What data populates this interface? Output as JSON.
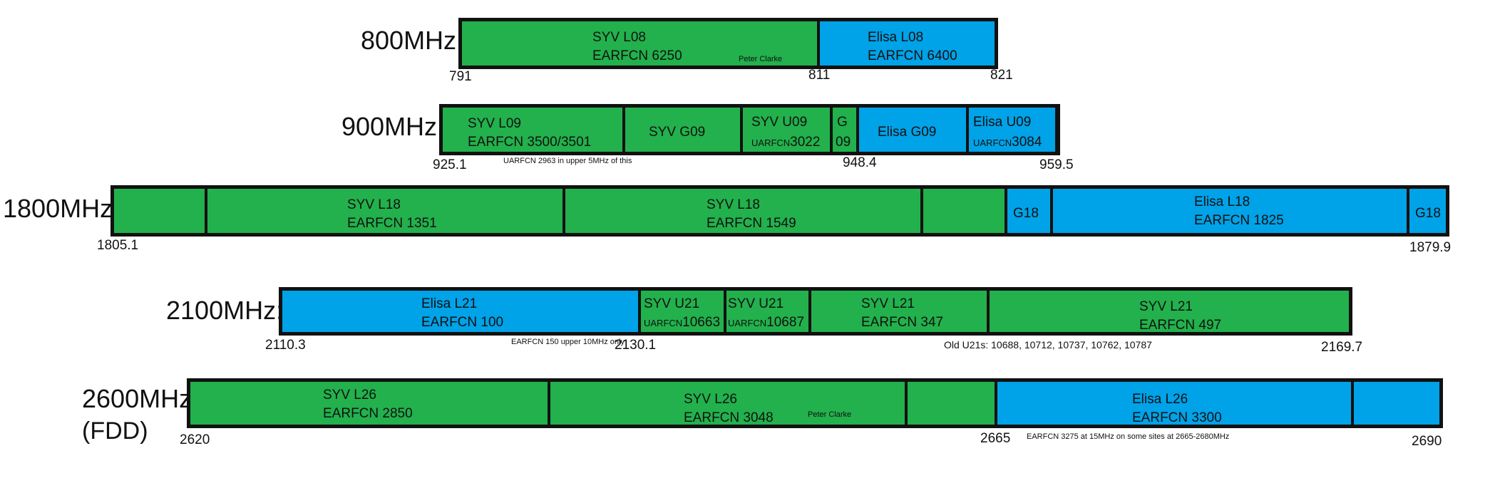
{
  "colors": {
    "syv": "#22b14c",
    "elisa": "#00a2e8",
    "border": "#111111"
  },
  "bands": [
    {
      "label": "800MHz:",
      "segments": [
        {
          "line1": "SYV L08",
          "line2": "EARFCN 6250",
          "fill": "syv"
        },
        {
          "line1": "Elisa L08",
          "line2": "EARFCN 6400",
          "fill": "elisa"
        }
      ],
      "frequencies": [
        "791",
        "811",
        "821"
      ],
      "notes": [
        "Peter Clarke"
      ]
    },
    {
      "label": "900MHz:",
      "segments": [
        {
          "line1": "SYV L09",
          "line2": "EARFCN 3500/3501",
          "fill": "syv"
        },
        {
          "line1": "SYV G09",
          "line2": "",
          "fill": "syv"
        },
        {
          "line1": "SYV U09",
          "line2_prefix": "UARFCN",
          "line2": "3022",
          "fill": "syv"
        },
        {
          "line1": "G",
          "line2": "09",
          "fill": "syv"
        },
        {
          "line1": "Elisa G09",
          "line2": "",
          "fill": "elisa"
        },
        {
          "line1": "Elisa U09",
          "line2_prefix": "UARFCN",
          "line2": "3084",
          "fill": "elisa"
        },
        {
          "line1": "",
          "line2": "",
          "fill": "elisa"
        }
      ],
      "frequencies": [
        "925.1",
        "948.4",
        "959.5"
      ],
      "notes": [
        "UARFCN 2963 in upper 5MHz of this"
      ]
    },
    {
      "label": "1800MHz:",
      "segments": [
        {
          "line1": "",
          "line2": "",
          "fill": "syv"
        },
        {
          "line1": "SYV L18",
          "line2": "EARFCN 1351",
          "fill": "syv"
        },
        {
          "line1": "SYV L18",
          "line2": "EARFCN 1549",
          "fill": "syv"
        },
        {
          "line1": "",
          "line2": "",
          "fill": "syv"
        },
        {
          "line1": "G18",
          "line2": "",
          "fill": "elisa"
        },
        {
          "line1": "Elisa L18",
          "line2": "EARFCN 1825",
          "fill": "elisa"
        },
        {
          "line1": "G18",
          "line2": "",
          "fill": "elisa"
        }
      ],
      "frequencies": [
        "1805.1",
        "1879.9"
      ],
      "notes": []
    },
    {
      "label": "2100MHz:",
      "segments": [
        {
          "line1": "Elisa L21",
          "line2": "EARFCN 100",
          "fill": "elisa"
        },
        {
          "line1": "SYV U21",
          "line2_prefix": "UARFCN",
          "line2": "10663",
          "fill": "syv"
        },
        {
          "line1": "SYV U21",
          "line2_prefix": "UARFCN",
          "line2": "10687",
          "fill": "syv"
        },
        {
          "line1": "SYV L21",
          "line2": "EARFCN 347",
          "fill": "syv"
        },
        {
          "line1": "SYV L21",
          "line2": "EARFCN 497",
          "fill": "syv"
        }
      ],
      "frequencies": [
        "2110.3",
        "2130.1",
        "2169.7"
      ],
      "notes": [
        "EARFCN 150 upper 10MHz only",
        "Old U21s: 10688, 10712, 10737, 10762, 10787"
      ]
    },
    {
      "label": "2600MHz:",
      "label2": "(FDD)",
      "segments": [
        {
          "line1": "SYV L26",
          "line2": "EARFCN 2850",
          "fill": "syv"
        },
        {
          "line1": "SYV L26",
          "line2": "EARFCN 3048",
          "fill": "syv"
        },
        {
          "line1": "",
          "line2": "",
          "fill": "syv"
        },
        {
          "line1": "Elisa L26",
          "line2": "EARFCN 3300",
          "fill": "elisa"
        },
        {
          "line1": "",
          "line2": "",
          "fill": "elisa"
        }
      ],
      "frequencies": [
        "2620",
        "2665",
        "2690"
      ],
      "notes": [
        "Peter Clarke",
        "EARFCN 3275 at 15MHz on some sites at 2665-2680MHz"
      ]
    }
  ]
}
